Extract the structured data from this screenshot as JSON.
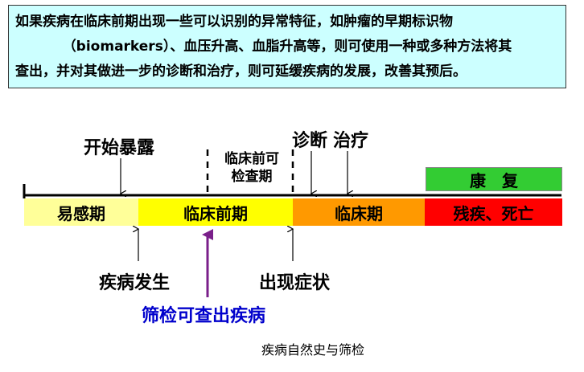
{
  "intro": {
    "lines": [
      "如果疾病在临床前期出现一些可以识别的异常特征，如肿瘤的早期标识物",
      "（biomarkers）、血压升高、血脂升高等，则可使用一种或多种方法将其",
      "查出，并对其做进一步的诊断和治疗，则可延缓疾病的发展，改善其预后。"
    ]
  },
  "top_labels": {
    "exposure": "开始暴露",
    "preclinical_detectable": [
      "临床前可",
      "检查期"
    ],
    "diagnosis": "诊断",
    "treatment": "治疗"
  },
  "stages": {
    "susceptible": "易感期",
    "preclinical": "临床前期",
    "clinical": "临床期",
    "disability_death": "残疾、死亡",
    "recovery": "康　复"
  },
  "bottom_labels": {
    "onset": "疾病发生",
    "symptoms": "出现症状",
    "screening": "筛检可查出疾病"
  },
  "caption": "疾病自然史与筛检",
  "colors": {
    "intro_bg": "#ccffff",
    "susceptible": "#ffff99",
    "preclinical": "#ffff00",
    "clinical": "#ff9900",
    "disability_death": "#ff0000",
    "recovery": "#33cc33",
    "screening_text": "#0000cc",
    "screening_arrow": "#7a1f8a"
  }
}
